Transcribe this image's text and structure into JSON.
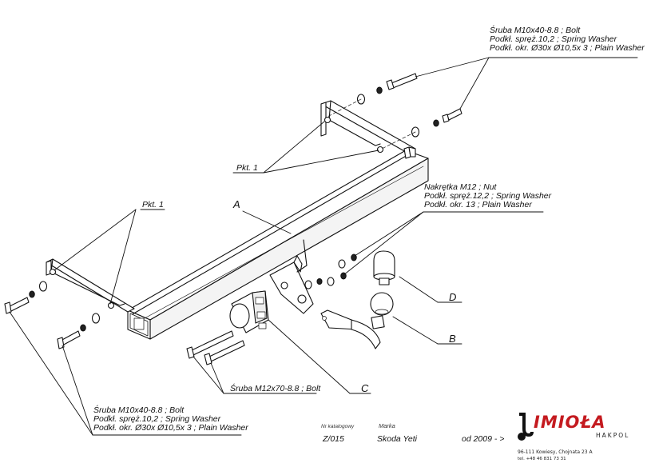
{
  "labels": {
    "bolt_top": [
      "Śruba M10x40-8.8 ;  Bolt",
      "Podkł. spręż.10,2 ; Spring Washer",
      "Podkł. okr.  Ø30x Ø10,5x 3 ; Plain Washer"
    ],
    "nut": [
      "Nakrętka  M12 ; Nut",
      "Podkł. spręż.12,2 ; Spring Washer",
      "Podkł. okr. 13 ; Plain Washer"
    ],
    "bolt_bottom": [
      "Śruba M10x40-8.8 ;  Bolt",
      "Podkł. spręż.10,2 ; Spring Washer",
      "Podkł. okr.  Ø30x Ø10,5x 3 ; Plain Washer"
    ],
    "bolt_m12": "Śruba M12x70-8.8 ;  Bolt",
    "pkt1_upper": "Pkt. 1",
    "pkt1_left": "Pkt. 1",
    "part_a": "A",
    "part_b": "B",
    "part_c": "C",
    "part_d": "D"
  },
  "title_block": {
    "catalog_caption": "Nr katalogowy",
    "brand_caption": "Marka",
    "catalog_number": "Z/015",
    "vehicle": "Skoda Yeti",
    "from_year": "od  2009 - >"
  },
  "company": {
    "logo": "IMIOŁA",
    "logo_sub": "HAKPOL",
    "address": "96-111 Kowiesy, Chojnata 23 A",
    "phone": "tel. +48 46 831 73 31",
    "accent_color": "#c41a1f"
  }
}
